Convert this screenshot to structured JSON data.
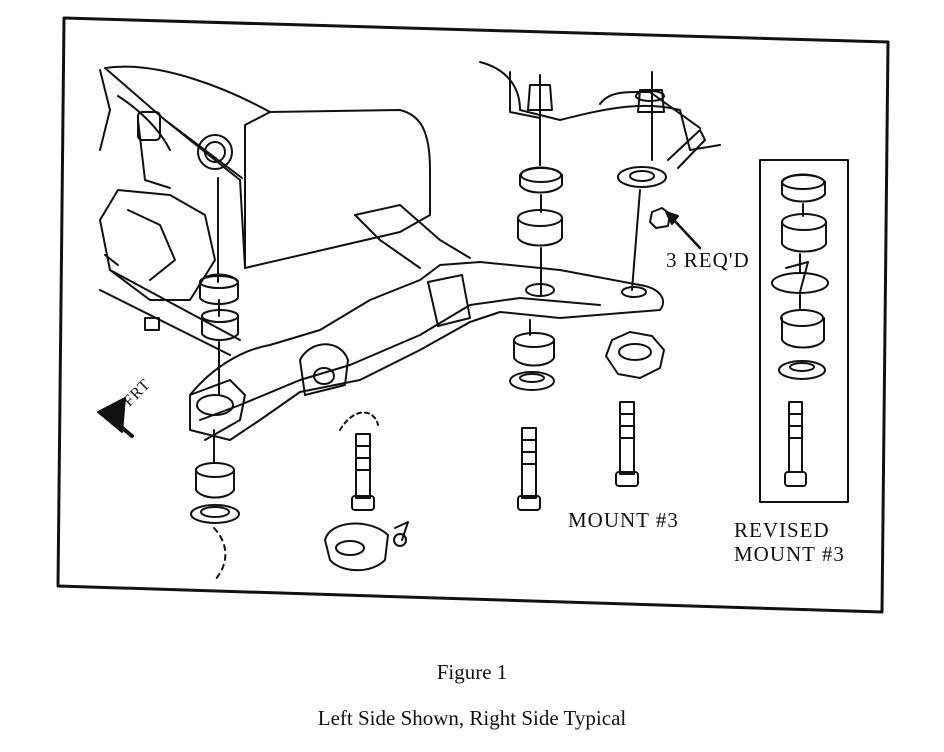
{
  "labels": {
    "req": "3 REQ'D",
    "mount": "MOUNT #3",
    "revised_line1": "REVISED",
    "revised_line2": "MOUNT #3",
    "front": "FRT"
  },
  "caption": {
    "figure": "Figure 1",
    "subtitle": "Left Side Shown, Right Side Typical"
  }
}
